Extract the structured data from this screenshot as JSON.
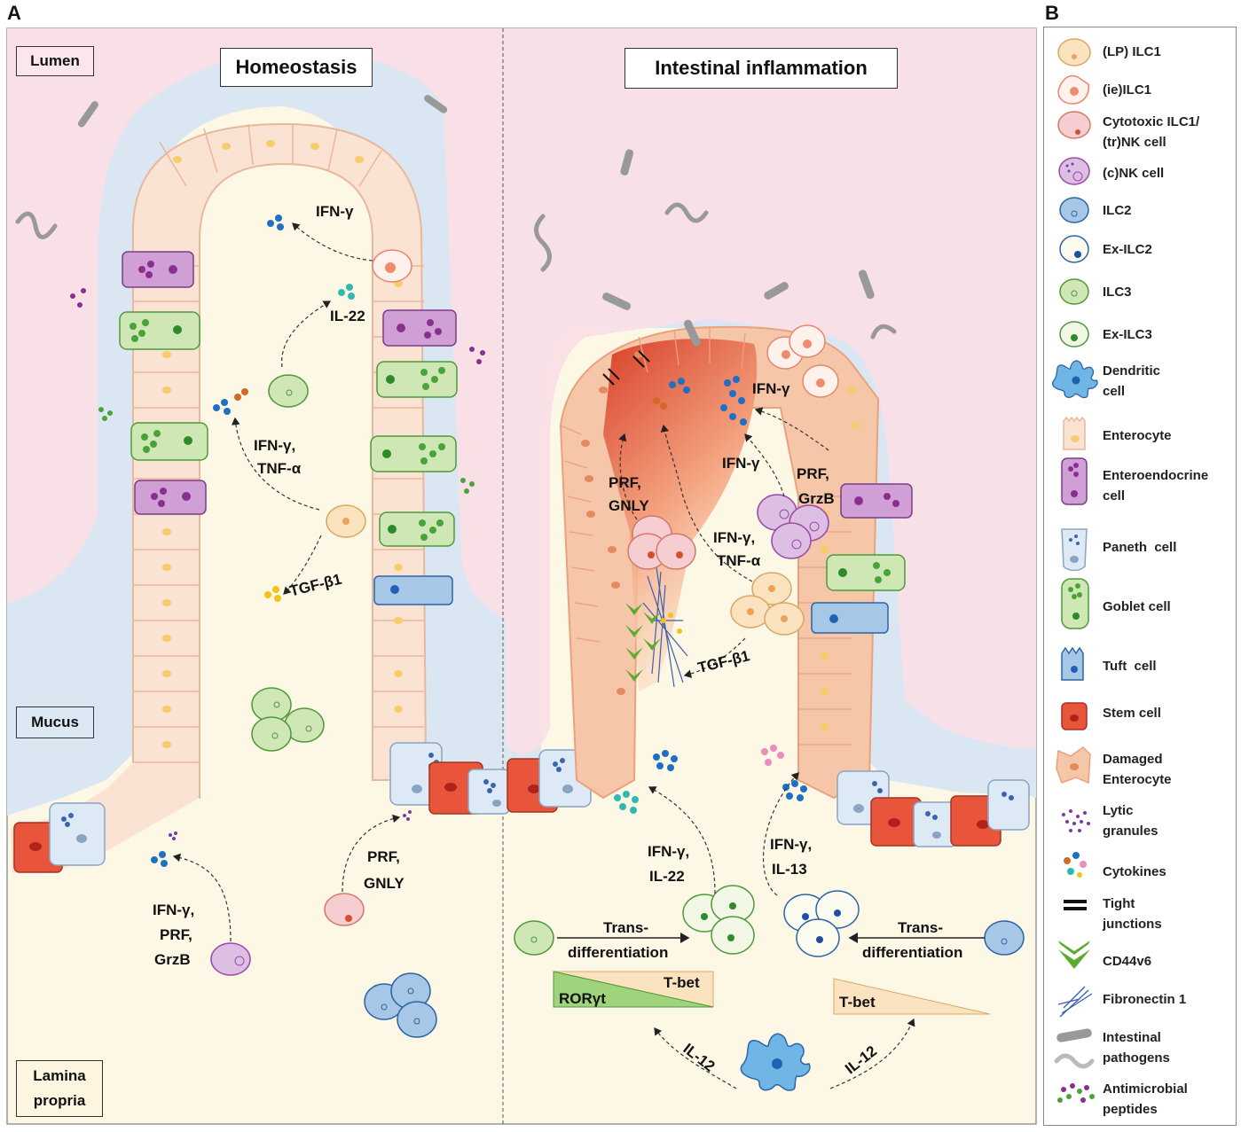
{
  "panels": {
    "a": "A",
    "b": "B"
  },
  "regions": {
    "lumen": "Lumen",
    "mucus": "Mucus",
    "lamina_propria_line1": "Lamina",
    "lamina_propria_line2": "propria"
  },
  "titles": {
    "homeostasis": "Homeostasis",
    "inflammation": "Intestinal inflammation"
  },
  "homeostasis_labels": {
    "ifng_top": "IFN-γ",
    "il22": "IL-22",
    "ifng_tnfa_1": "IFN-γ,",
    "ifng_tnfa_2": "TNF-α",
    "tgfb1": "TGF-β1",
    "prf_gnly_1": "PRF,",
    "prf_gnly_2": "GNLY",
    "ifng_prf_grzb_1": "IFN-γ,",
    "ifng_prf_grzb_2": "PRF,",
    "ifng_prf_grzb_3": "GrzB"
  },
  "inflammation_labels": {
    "ifng_top": "IFN-γ",
    "ifng_mid": "IFN-γ",
    "prf_gnly_1": "PRF,",
    "prf_gnly_2": "GNLY",
    "prf_grzb_1": "PRF,",
    "prf_grzb_2": "GrzB",
    "ifng_tnfa_1": "IFN-γ,",
    "ifng_tnfa_2": "TNF-α",
    "tgfb1": "TGF-β1",
    "ifng_il22_1": "IFN-γ,",
    "ifng_il22_2": "IL-22",
    "ifng_il13_1": "IFN-γ,",
    "ifng_il13_2": "IL-13",
    "trans_left_1": "Trans-",
    "trans_left_2": "differentiation",
    "trans_right_1": "Trans-",
    "trans_right_2": "differentiation",
    "tbet_left": "T-bet",
    "roryt": "RORγt",
    "tbet_right": "T-bet",
    "il12_left": "IL-12",
    "il12_right": "IL-12"
  },
  "legend": [
    {
      "line1": "(LP) ILC1",
      "line2": "",
      "icon": "lp-ilc1-icon"
    },
    {
      "line1": "(ie)ILC1",
      "line2": "",
      "icon": "ie-ilc1-icon"
    },
    {
      "line1": "Cytotoxic ILC1/",
      "line2": "(tr)NK cell",
      "icon": "cytotoxic-ilc1-icon"
    },
    {
      "line1": "(c)NK cell",
      "line2": "",
      "icon": "cnk-cell-icon"
    },
    {
      "line1": "ILC2",
      "line2": "",
      "icon": "ilc2-icon"
    },
    {
      "line1": "Ex-ILC2",
      "line2": "",
      "icon": "ex-ilc2-icon"
    },
    {
      "line1": "ILC3",
      "line2": "",
      "icon": "ilc3-icon"
    },
    {
      "line1": "Ex-ILC3",
      "line2": "",
      "icon": "ex-ilc3-icon"
    },
    {
      "line1": "Dendritic",
      "line2": "cell",
      "icon": "dendritic-cell-icon"
    },
    {
      "line1": "Enterocyte",
      "line2": "",
      "icon": "enterocyte-icon"
    },
    {
      "line1": "Enteroendocrine",
      "line2": "cell",
      "icon": "enteroendocrine-icon"
    },
    {
      "line1": "Paneth  cell",
      "line2": "",
      "icon": "paneth-cell-icon"
    },
    {
      "line1": "Goblet cell",
      "line2": "",
      "icon": "goblet-cell-icon"
    },
    {
      "line1": "Tuft  cell",
      "line2": "",
      "icon": "tuft-cell-icon"
    },
    {
      "line1": "Stem cell",
      "line2": "",
      "icon": "stem-cell-icon"
    },
    {
      "line1": "Damaged",
      "line2": "Enterocyte",
      "icon": "damaged-enterocyte-icon"
    },
    {
      "line1": "Lytic",
      "line2": "granules",
      "icon": "lytic-granules-icon"
    },
    {
      "line1": "Cytokines",
      "line2": "",
      "icon": "cytokines-icon"
    },
    {
      "line1": "Tight",
      "line2": "junctions",
      "icon": "tight-junctions-icon"
    },
    {
      "line1": "CD44v6",
      "line2": "",
      "icon": "cd44v6-icon"
    },
    {
      "line1": "Fibronectin 1",
      "line2": "",
      "icon": "fibronectin-icon"
    },
    {
      "line1": "Intestinal",
      "line2": "pathogens",
      "icon": "pathogens-icon"
    },
    {
      "line1": "Antimicrobial",
      "line2": "peptides",
      "icon": "antimicrobial-peptides-icon"
    }
  ],
  "colors": {
    "lumen": "#f9dfe6",
    "mucus": "#dbe6f3",
    "lamina": "#fdf7e6",
    "enterocyte": "#fbe3d3",
    "ilc1": "#fbe3bf",
    "ilc3": "#cfe6b5",
    "ilc2": "#a7c7e7",
    "nk": "#dcbfe3",
    "stem": "#e8553a",
    "goblet": "#9fd47c",
    "enteroendocrine": "#cf9fd6"
  }
}
